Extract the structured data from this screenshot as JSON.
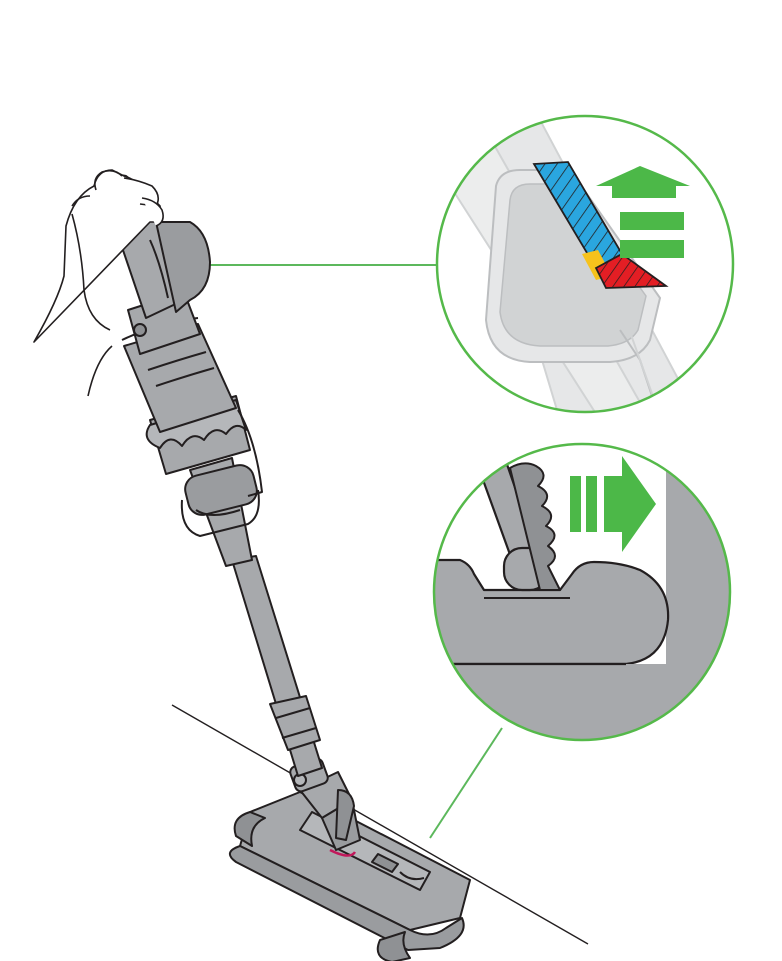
{
  "illustration": {
    "subject": "cordless-stick-vacuum",
    "colors": {
      "body": "#a7a9ac",
      "body_dark": "#8f9194",
      "outline": "#231f20",
      "callout_line": "#5cb85c",
      "callout_ring": "#55b94a",
      "arrow_green": "#4cb848",
      "gauge_blue": "#2aa6df",
      "gauge_yellow": "#f6c21c",
      "gauge_red": "#e31e24",
      "zoom_bg_light": "#e6e7e8",
      "zoom_bg_mid": "#d1d3d4",
      "accent_magenta": "#c2185b"
    },
    "callouts": [
      {
        "detail": "power-mode-gauge-zoom",
        "arrow": "arrow-up-icon"
      },
      {
        "detail": "floorhead-neck-zoom",
        "arrow": "arrow-right-icon"
      }
    ]
  }
}
